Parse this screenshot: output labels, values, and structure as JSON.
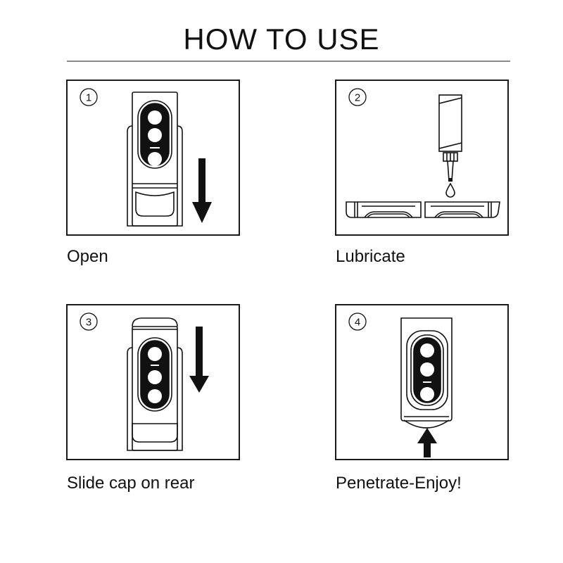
{
  "header": {
    "title": "HOW TO USE"
  },
  "steps": [
    {
      "number": "1",
      "label": "Open",
      "illustration": "device-with-down-arrow"
    },
    {
      "number": "2",
      "label": "Lubricate",
      "illustration": "lube-tube-dropping-onto-sleeve"
    },
    {
      "number": "3",
      "label": "Slide cap on rear",
      "illustration": "cap-on-rear-with-down-arrow"
    },
    {
      "number": "4",
      "label": "Penetrate-Enjoy!",
      "illustration": "device-with-up-arrow"
    }
  ],
  "colors": {
    "ink": "#111111",
    "divider": "#8a8a8a",
    "background": "#ffffff"
  }
}
